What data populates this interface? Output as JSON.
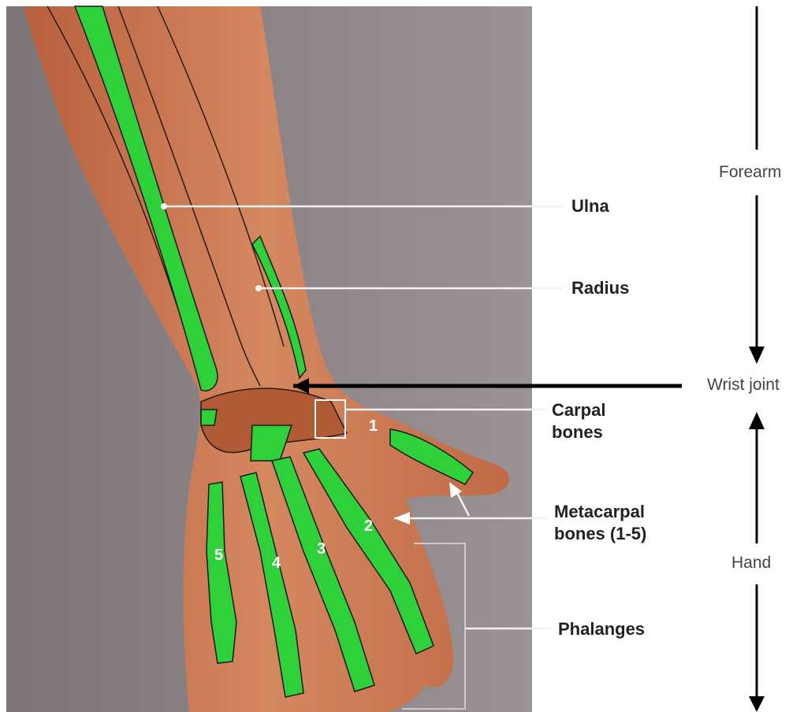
{
  "labels": {
    "ulna": "Ulna",
    "radius": "Radius",
    "carpal_line1": "Carpal",
    "carpal_line2": "bones",
    "metacarpal_line1": "Metacarpal",
    "metacarpal_line2": "bones (1-5)",
    "phalanges": "Phalanges"
  },
  "regions": {
    "forearm": "Forearm",
    "wrist": "Wrist joint",
    "hand": "Hand"
  },
  "numbers": [
    "1",
    "2",
    "3",
    "4",
    "5"
  ],
  "colors": {
    "background": "#8e8688",
    "skin": "#c8744e",
    "bone": "#2fd13a",
    "leader": "#ffffff"
  }
}
